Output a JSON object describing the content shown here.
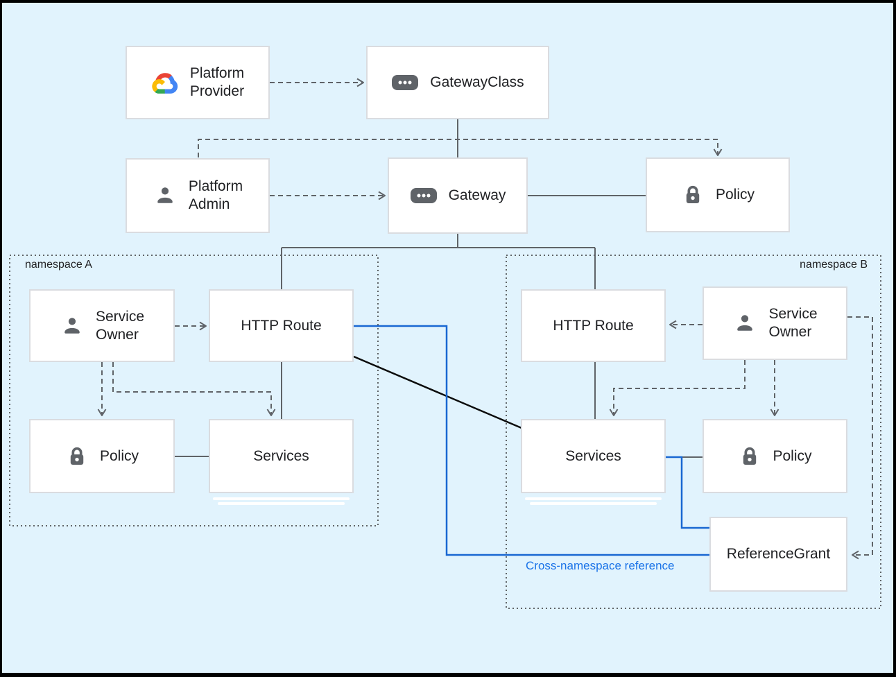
{
  "colors": {
    "background": "#e1f3fd",
    "frame": "#000000",
    "line_gray": "#5f6368",
    "line_blue": "#1967d2",
    "line_black": "#0b0b0b",
    "box_border": "#dadce0",
    "text": "#202124",
    "blue_text": "#1a73e8",
    "icon_gray": "#5f6368",
    "gcp_red": "#EA4335",
    "gcp_blue": "#4285F4",
    "gcp_green": "#34A853",
    "gcp_yellow": "#FBBC05"
  },
  "nodes": {
    "platform_provider": {
      "line1": "Platform",
      "line2": "Provider",
      "icon": "google-cloud-logo"
    },
    "gateway_class": {
      "label": "GatewayClass",
      "icon": "resource-pill"
    },
    "platform_admin": {
      "line1": "Platform",
      "line2": "Admin",
      "icon": "person"
    },
    "gateway": {
      "label": "Gateway",
      "icon": "resource-pill"
    },
    "policy_top": {
      "label": "Policy",
      "icon": "lock"
    },
    "service_owner_a": {
      "line1": "Service",
      "line2": "Owner",
      "icon": "person"
    },
    "http_route_a": {
      "label": "HTTP Route"
    },
    "policy_a": {
      "label": "Policy",
      "icon": "lock"
    },
    "services_a": {
      "label": "Services"
    },
    "http_route_b": {
      "label": "HTTP Route"
    },
    "service_owner_b": {
      "line1": "Service",
      "line2": "Owner",
      "icon": "person"
    },
    "services_b": {
      "label": "Services"
    },
    "policy_b": {
      "label": "Policy",
      "icon": "lock"
    },
    "reference_grant": {
      "label": "ReferenceGrant"
    }
  },
  "namespaces": {
    "a": {
      "label": "namespace A"
    },
    "b": {
      "label": "namespace B"
    }
  },
  "annotations": {
    "cross_namespace": "Cross-namespace reference"
  }
}
